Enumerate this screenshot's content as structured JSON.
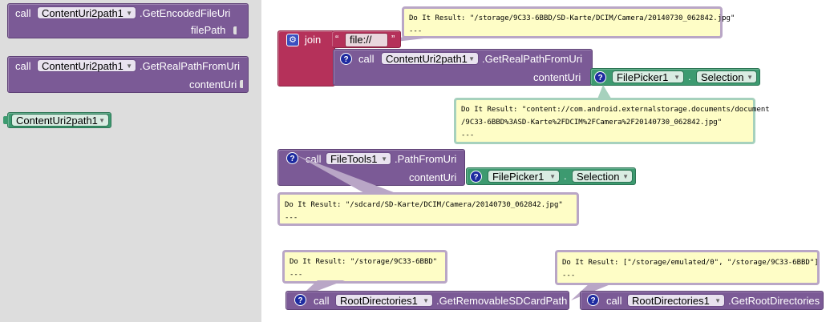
{
  "flyout": {
    "block1": {
      "call": "call",
      "component": "ContentUri2path1",
      "method": ".GetEncodedFileUri",
      "param": "filePath"
    },
    "block2": {
      "call": "call",
      "component": "ContentUri2path1",
      "method": ".GetRealPathFromUri",
      "param": "contentUri"
    },
    "block3": {
      "component": "ContentUri2path1"
    }
  },
  "workspace": {
    "join": {
      "label": "join",
      "string_open": "“",
      "string_value": "file://",
      "string_close": "”"
    },
    "realpath": {
      "call": "call",
      "component": "ContentUri2path1",
      "method": ".GetRealPathFromUri",
      "param": "contentUri",
      "picker": {
        "component": "FilePicker1",
        "dot": ".",
        "property": "Selection"
      }
    },
    "filetools": {
      "call": "call",
      "component": "FileTools1",
      "method": ".PathFromUri",
      "param": "contentUri",
      "picker": {
        "component": "FilePicker1",
        "dot": ".",
        "property": "Selection"
      }
    },
    "removable": {
      "call": "call",
      "component": "RootDirectories1",
      "method": ".GetRemovableSDCardPath"
    },
    "rootdirs": {
      "call": "call",
      "component": "RootDirectories1",
      "method": ".GetRootDirectories"
    }
  },
  "results": {
    "join_result": {
      "line1": "Do It Result: \"/storage/9C33-6BBD/SD-Karte/DCIM/Camera/20140730_062842.jpg\"",
      "line2": "---"
    },
    "picker_result": {
      "line1": "Do It Result: \"content://com.android.externalstorage.documents/document",
      "line2": "/9C33-6BBD%3ASD-Karte%2FDCIM%2FCamera%2F20140730_062842.jpg\"",
      "line3": "---"
    },
    "filetools_result": {
      "line1": "Do It Result: \"/sdcard/SD-Karte/DCIM/Camera/20140730_062842.jpg\"",
      "line2": "---"
    },
    "removable_result": {
      "line1": "Do It Result: \"/storage/9C33-6BBD\"",
      "line2": "---"
    },
    "rootdirs_result": {
      "line1": "Do It Result: [\"/storage/emulated/0\", \"/storage/9C33-6BBD\"]",
      "line2": "---"
    }
  },
  "icons": {
    "gear": "gear-icon",
    "question": "question-icon",
    "dropdown": "dropdown-arrow-icon"
  },
  "colors": {
    "procedure": "#7b5a96",
    "component": "#3d9a70",
    "text": "#b5315a",
    "bubble": "#fefdc6",
    "flyout": "#dddddd"
  }
}
